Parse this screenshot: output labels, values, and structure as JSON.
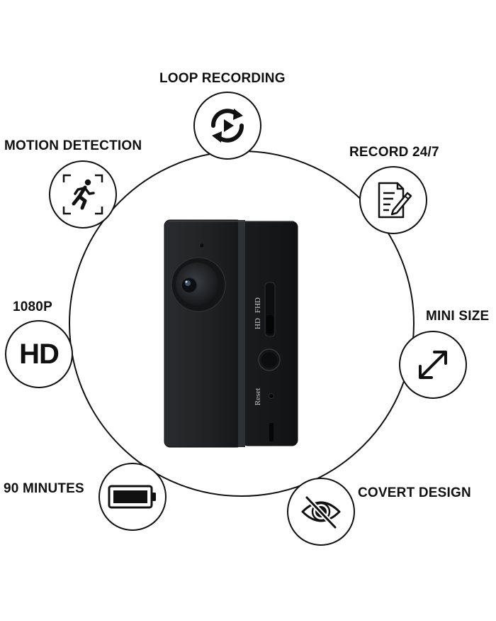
{
  "features": {
    "loop": {
      "label": "LOOP RECORDING",
      "icon": "loop-play-icon"
    },
    "motion": {
      "label": "MOTION DETECTION",
      "icon": "running-person-icon"
    },
    "record": {
      "label": "RECORD 24/7",
      "icon": "document-pen-icon"
    },
    "resolution": {
      "label": "1080P",
      "badge": "HD",
      "icon": "hd-text-icon"
    },
    "mini": {
      "label": "MINI SIZE",
      "icon": "diagonal-arrow-icon"
    },
    "battery": {
      "label": "90 MINUTES",
      "icon": "battery-icon"
    },
    "covert": {
      "label": "COVERT DESIGN",
      "icon": "eye-slash-icon"
    }
  },
  "device": {
    "switch_fhd": "FHD",
    "switch_hd": "HD",
    "reset": "Reset"
  },
  "colors": {
    "ink": "#111111",
    "device": "#202224",
    "background": "#ffffff"
  }
}
